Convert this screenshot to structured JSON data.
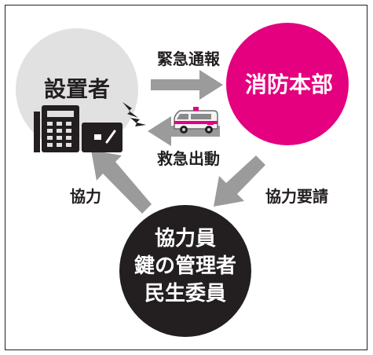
{
  "nodes": {
    "installer": "設置者",
    "fire_hq": "消防本部",
    "cooperators_line1": "協力員",
    "cooperators_line2": "鍵の管理者",
    "cooperators_line3": "民生委員"
  },
  "edges": {
    "emergency_report": "緊急通報",
    "emergency_dispatch": "救急出動",
    "cooperation": "協力",
    "cooperation_request": "協力要請"
  },
  "colors": {
    "installer_circle": "#e1e1e1",
    "fire_hq_circle": "#e4007f",
    "cooperators_circle": "#231f20",
    "arrow": "#9b9b9b",
    "text_dark": "#231f20",
    "text_light": "#ffffff"
  },
  "icons": [
    "telephone-icon",
    "emergency-device-icon",
    "signal-icon",
    "ambulance-icon"
  ]
}
